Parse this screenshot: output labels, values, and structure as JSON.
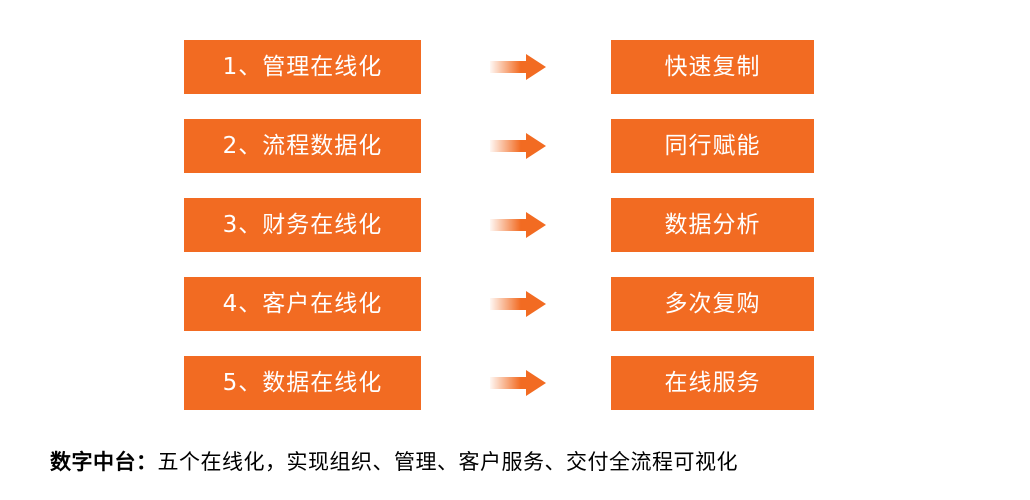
{
  "rows": [
    {
      "left": "1、管理在线化",
      "right": "快速复制"
    },
    {
      "left": "2、流程数据化",
      "right": "同行赋能"
    },
    {
      "left": "3、财务在线化",
      "right": "数据分析"
    },
    {
      "left": "4、客户在线化",
      "right": "多次复购"
    },
    {
      "left": "5、数据在线化",
      "right": "在线服务"
    }
  ],
  "footer": {
    "label": "数字中台：",
    "text": "五个在线化，实现组织、管理、客户服务、交付全流程可视化"
  },
  "colors": {
    "box": "#f26b22",
    "arrow": "#f26b22"
  },
  "icons": {
    "arrow": "right-arrow-icon"
  }
}
